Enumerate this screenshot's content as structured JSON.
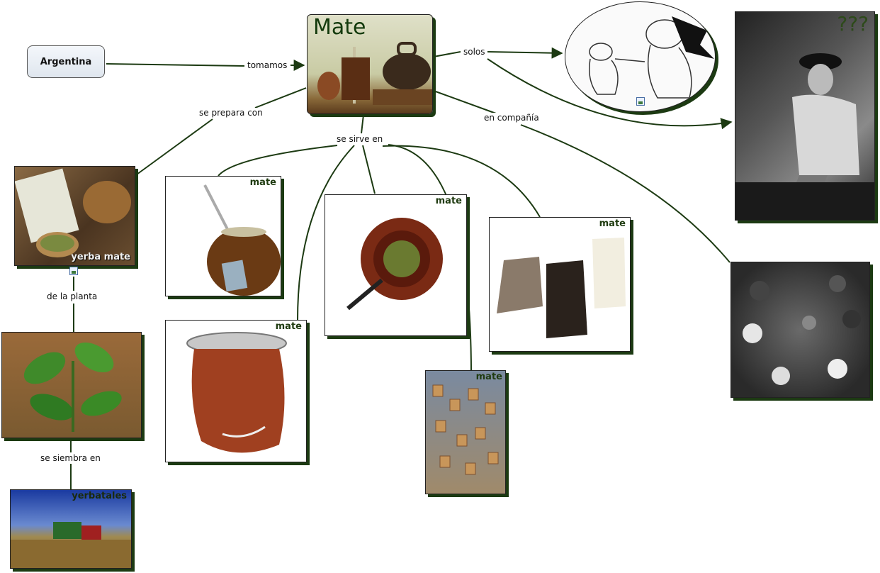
{
  "root_concept": "Argentina",
  "main_concept": "Mate",
  "links": {
    "tomamos": "tomamos",
    "se_prepara_con": "se prepara con",
    "se_sirve_en": "se sirve en",
    "solos": "solos",
    "en_compania": "en compañía",
    "de_la_planta": "de la planta",
    "se_siembra_en": "se siembra en"
  },
  "concepts": {
    "yerba_mate": "yerba mate",
    "yerbatales": "yerbatales",
    "mate_gourd": "mate",
    "mate_leather": "mate",
    "mate_wood": "mate",
    "mate_horn": "mate",
    "mate_market": "mate",
    "question": "???"
  },
  "colors": {
    "link": "#1c3a12",
    "caption": "#1f3b10"
  }
}
